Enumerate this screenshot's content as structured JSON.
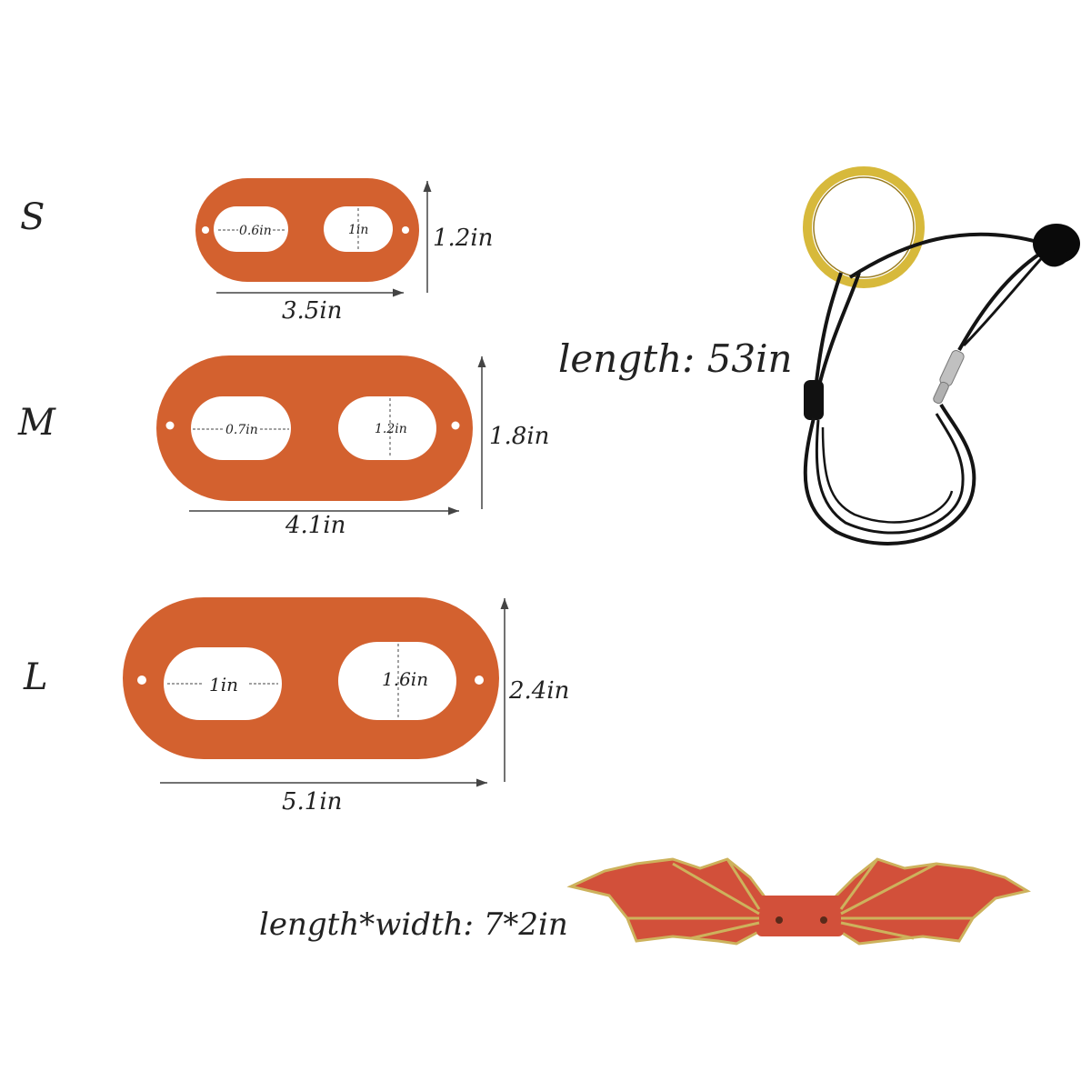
{
  "sizes": [
    {
      "size": "S",
      "width": "3.5in",
      "height": "1.2in",
      "hole_width": "0.6in",
      "hole_height": "1in"
    },
    {
      "size": "M",
      "width": "4.1in",
      "height": "1.8in",
      "hole_width": "0.7in",
      "hole_height": "1.2in"
    },
    {
      "size": "L",
      "width": "5.1in",
      "height": "2.4in",
      "hole_width": "1in",
      "hole_height": "1.6in"
    }
  ],
  "leash": {
    "length_label": "length: 53in"
  },
  "wings": {
    "size_label": "length*width: 7*2in"
  },
  "colors": {
    "harness": "#d3612f",
    "wing": "#d2503a",
    "wing_trim": "#cdb25c",
    "ring": "#d7b93b",
    "cord": "#141414",
    "text": "#222222"
  }
}
